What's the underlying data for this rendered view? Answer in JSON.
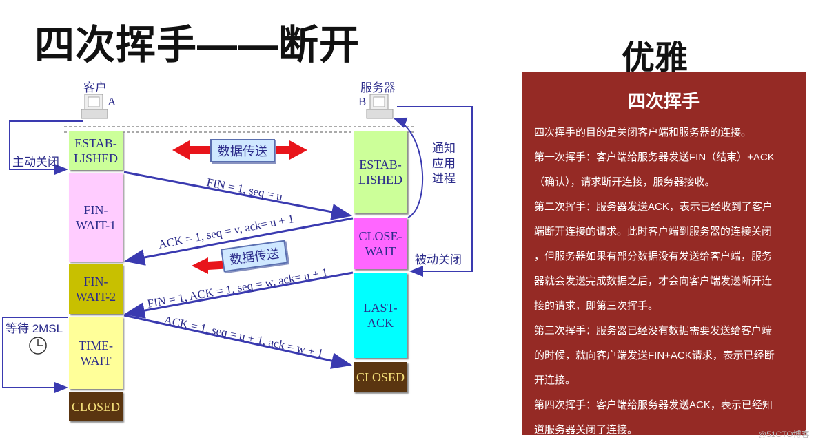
{
  "title": "四次挥手——断开",
  "subtitle": "优雅",
  "diagram": {
    "client_label": "客户",
    "client_letter": "A",
    "server_label": "服务器",
    "server_letter": "B",
    "client_states": [
      "ESTAB-\nLISHED",
      "FIN-\nWAIT-1",
      "FIN-\nWAIT-2",
      "TIME-\nWAIT",
      "CLOSED"
    ],
    "server_states": [
      "ESTAB-\nLISHED",
      "CLOSE-\nWAIT",
      "LAST-\nACK",
      "CLOSED"
    ],
    "messages": [
      "FIN = 1, seq = u",
      "ACK = 1, seq = v, ack= u + 1",
      "FIN = 1, ACK = 1, seq = w, ack= u + 1",
      "ACK = 1, seq = u + 1, ack = w + 1"
    ],
    "data_transfer": "数据传送",
    "active_close": "主动关闭",
    "passive_close": "被动关闭",
    "notify_app": "通知\n应用\n进程",
    "wait_2msl": "等待 2MSL",
    "colors": {
      "established": "#ccff99",
      "fin_wait_1": "#ffccff",
      "fin_wait_2": "#c8c000",
      "time_wait": "#ffff99",
      "close_wait": "#ff66ff",
      "last_ack": "#00ffff",
      "closed": "#5a3510",
      "arrow": "#3a3ab0"
    }
  },
  "panel": {
    "heading": "四次挥手",
    "lines": [
      "四次挥手的目的是关闭客户端和服务器的连接。",
      "第一次挥手：客户端给服务器发送FIN（结束）+ACK",
      "（确认），请求断开连接，服务器接收。",
      "第二次挥手：服务器发送ACK，表示已经收到了客户",
      "端断开连接的请求。此时客户端到服务器的连接关闭",
      "，但服务器如果有部分数据没有发送给客户端，服务",
      "器就会发送完成数据之后，才会向客户端发送断开连",
      "接的请求，即第三次挥手。",
      "第三次挥手：服务器已经没有数据需要发送给客户端",
      "的时候，就向客户端发送FIN+ACK请求，表示已经断",
      "开连接。",
      "第四次挥手：客户端给服务器发送ACK，表示已经知",
      "道服务器关闭了连接。"
    ],
    "background": "#952a25"
  },
  "watermark": "@51CTO博客"
}
